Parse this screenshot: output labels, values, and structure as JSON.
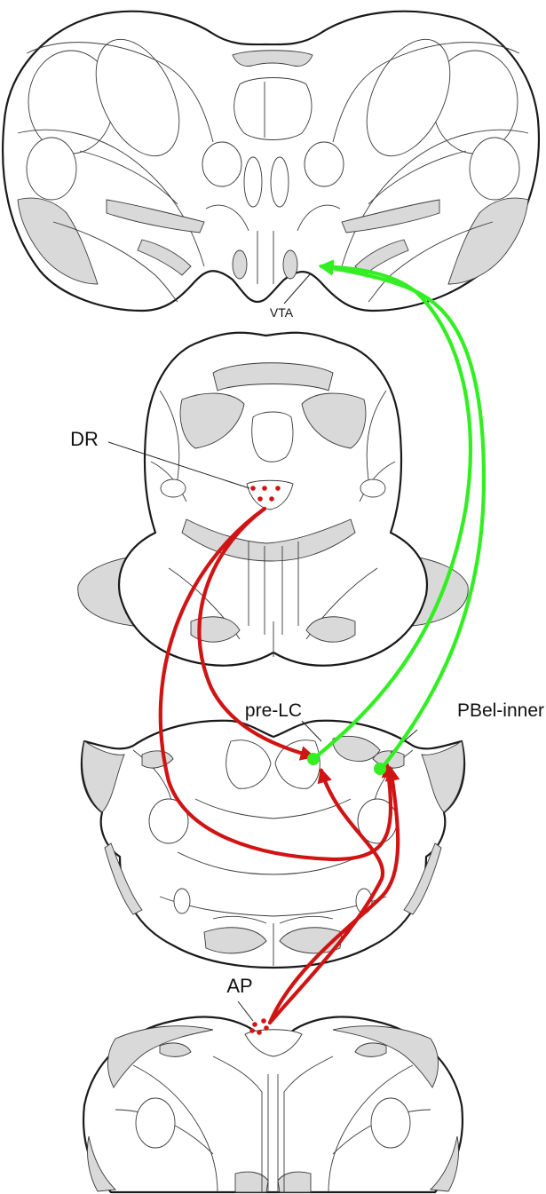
{
  "labels": {
    "vta": "VTA",
    "dr": "DR",
    "pre_lc": "pre-LC",
    "pbel_inner": "PBel-inner",
    "ap": "AP"
  },
  "colors": {
    "projection_red": "#d01414",
    "projection_green": "#33ee22",
    "region_fill": "#d9d9d9",
    "outline": "#1a1a1a"
  }
}
